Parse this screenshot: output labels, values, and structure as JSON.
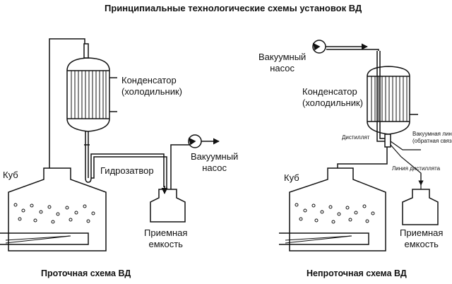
{
  "title": "Принципиальные технологические  схемы установок ВД",
  "left": {
    "caption": "Проточная схема ВД",
    "condenser": [
      "Конденсатор",
      "(холодильник)"
    ],
    "still": "Куб",
    "water_seal": "Гидрозатвор",
    "pump": [
      "Вакуумный",
      "насос"
    ],
    "receiver": [
      "Приемная",
      "емкость"
    ]
  },
  "right": {
    "caption": "Непроточная схема ВД",
    "pump": [
      "Вакуумный",
      "насос"
    ],
    "condenser": [
      "Конденсатор",
      "(холодильник)"
    ],
    "distillate": "Дистиллят",
    "vacuum_line": [
      "Вакуумная линия",
      "(обратная связь)"
    ],
    "distillate_line": "Линия дистиллята",
    "still": "Куб",
    "receiver": [
      "Приемная",
      "емкость"
    ]
  }
}
